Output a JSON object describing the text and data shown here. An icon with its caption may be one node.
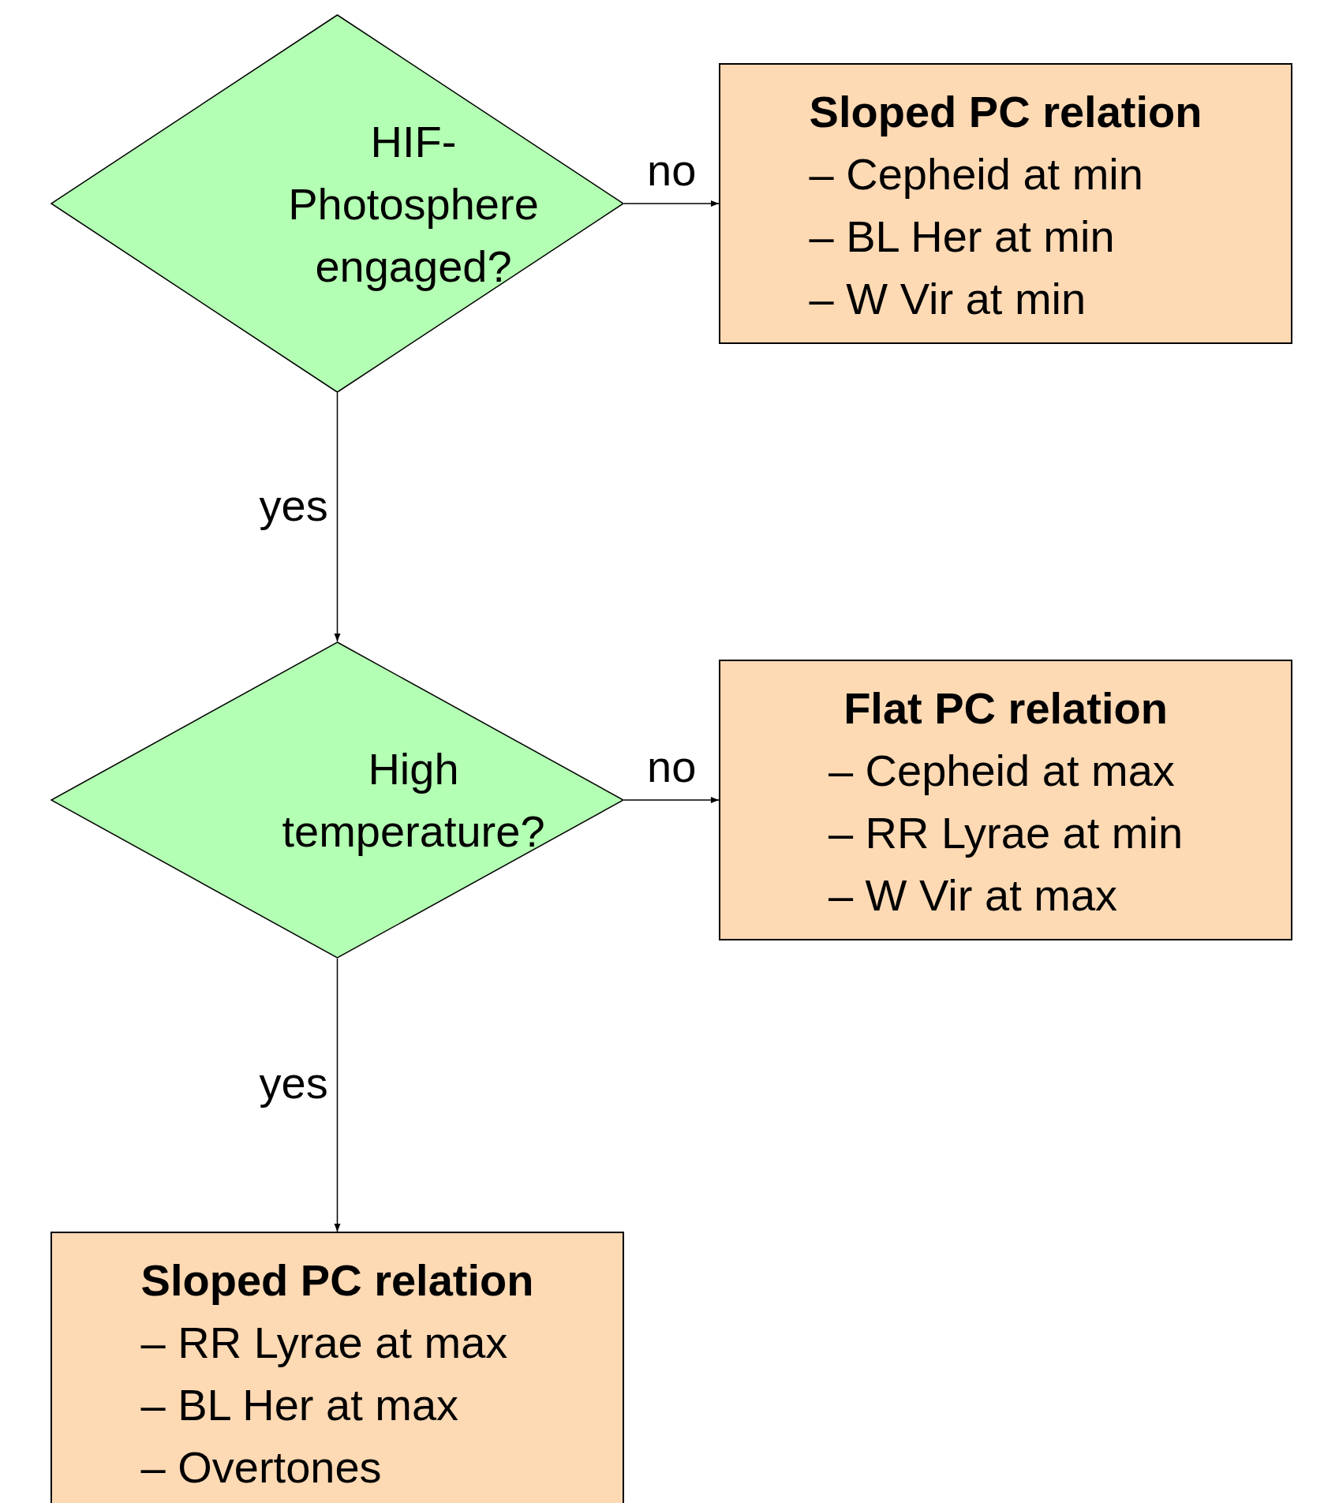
{
  "diagram": {
    "nodes": [
      {
        "text": [
          "HIF-Photosphere engaged?"
        ]
      },
      {
        "text": [
          "Sloped PC relation",
          "– Cepheid at min",
          "– BL Her at min",
          "– W Vir at min"
        ]
      },
      {
        "text": [
          "High temperature?"
        ]
      },
      {
        "text": [
          "Flat PC relation",
          "– Cepheid at max",
          "– RR Lyrae at min",
          "– W Vir at max"
        ]
      },
      {
        "text": [
          "Sloped PC relation",
          "– RR Lyrae at max",
          "– BL Her at max",
          "– Overtones"
        ]
      }
    ],
    "edges": [
      {
        "from": 0,
        "to": 1,
        "arrow": "to",
        "label": "no"
      },
      {
        "from": 0,
        "to": 2,
        "arrow": "to",
        "label": "yes"
      },
      {
        "from": 2,
        "to": 3,
        "arrow": "to",
        "label": "no"
      },
      {
        "from": 2,
        "to": 4,
        "arrow": "to",
        "label": "yes"
      }
    ]
  }
}
